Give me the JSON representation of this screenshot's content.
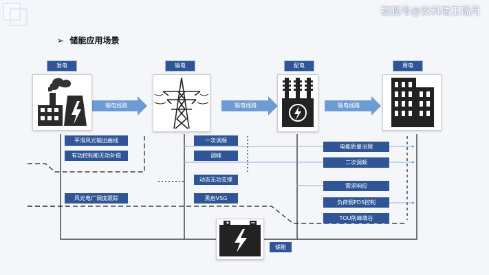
{
  "watermark": "搜狐号@安科瑞王璐月",
  "section_title": "储能应用场景",
  "stages": {
    "generation": "发电",
    "transmission": "输电",
    "distribution": "配电",
    "consumption": "用电"
  },
  "line_labels": [
    "输电线路",
    "输电线路",
    "输电线路"
  ],
  "gen_functions": [
    "平滑风光输出曲线",
    "有功控制和无功补偿"
  ],
  "trans_functions": [
    "一次调频",
    "调峰",
    "动态无功支撑",
    "黑启VSG"
  ],
  "dist_functions": [
    "电能质量治理",
    "二次调频"
  ],
  "user_functions": [
    "需求响应",
    "负荷侧PDS控制",
    "TOU削峰填谷"
  ],
  "wind_solar": "风光电厂调度跟踪",
  "storage": "储能",
  "colors": {
    "accent": "#2f5597",
    "line": "#1e1e1e",
    "arrow": "#6f9bd4"
  }
}
